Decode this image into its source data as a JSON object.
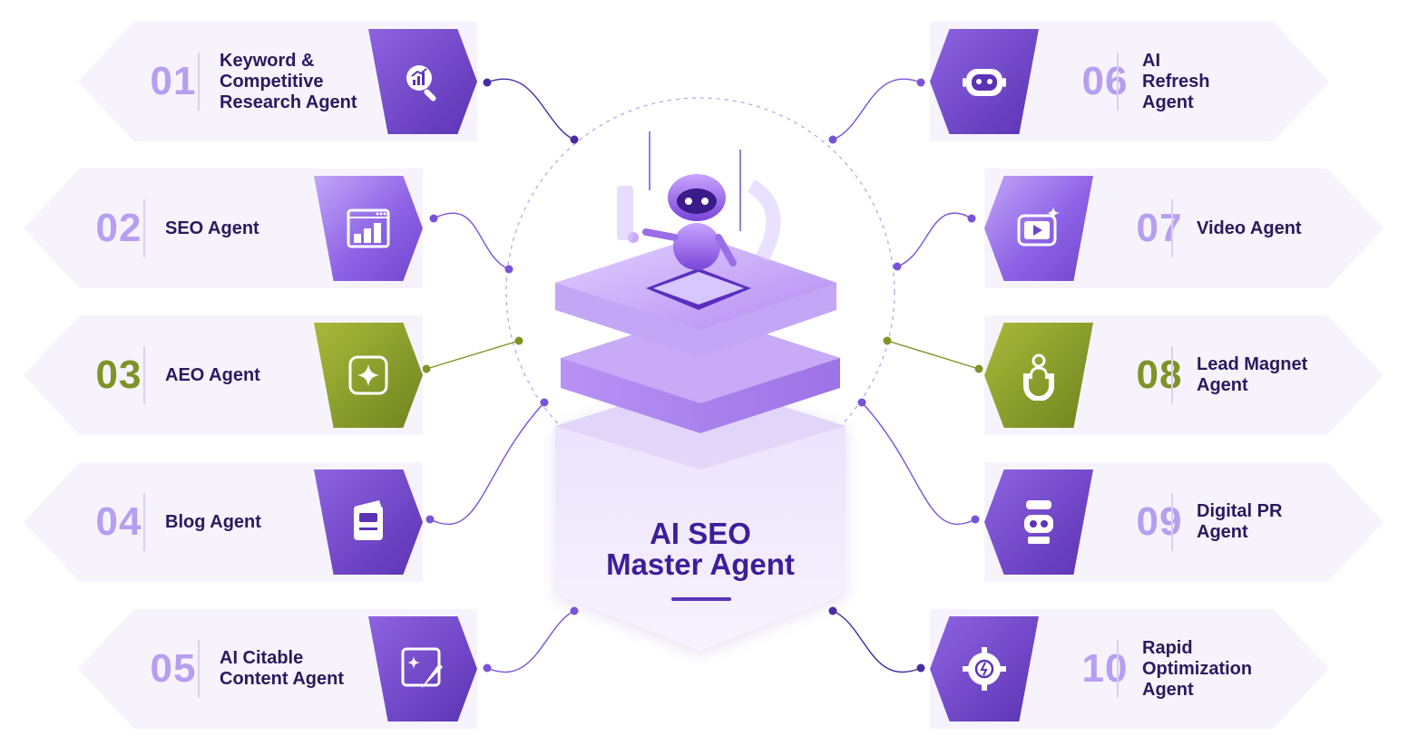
{
  "center": {
    "title_line1": "AI SEO",
    "title_line2": "Master Agent"
  },
  "colors": {
    "purple_dark": "#5b33b4",
    "purple_light": "#b69ef0",
    "green": "#7f9327",
    "text_dark": "#2a1a5e",
    "center_title": "#3e1d99"
  },
  "agents": [
    {
      "number": "01",
      "label": "Keyword &\nCompetitive\nResearch Agent",
      "icon": "magnifier-chart-icon",
      "accent": "purple"
    },
    {
      "number": "02",
      "label": "SEO Agent",
      "icon": "bar-chart-window-icon",
      "accent": "purple"
    },
    {
      "number": "03",
      "label": "AEO Agent",
      "icon": "sparkle-icon",
      "accent": "green"
    },
    {
      "number": "04",
      "label": "Blog Agent",
      "icon": "notebook-icon",
      "accent": "purple"
    },
    {
      "number": "05",
      "label": "AI Citable\nContent Agent",
      "icon": "pencil-sparkle-icon",
      "accent": "purple"
    },
    {
      "number": "06",
      "label": "AI\nRefresh\nAgent",
      "icon": "robot-face-icon",
      "accent": "purple"
    },
    {
      "number": "07",
      "label": "Video Agent",
      "icon": "video-play-icon",
      "accent": "purple"
    },
    {
      "number": "08",
      "label": "Lead Magnet\nAgent",
      "icon": "magnet-person-icon",
      "accent": "green"
    },
    {
      "number": "09",
      "label": "Digital PR\nAgent",
      "icon": "robot-chat-icon",
      "accent": "purple"
    },
    {
      "number": "10",
      "label": "Rapid\nOptimization\nAgent",
      "icon": "brain-gear-icon",
      "accent": "purple"
    }
  ]
}
